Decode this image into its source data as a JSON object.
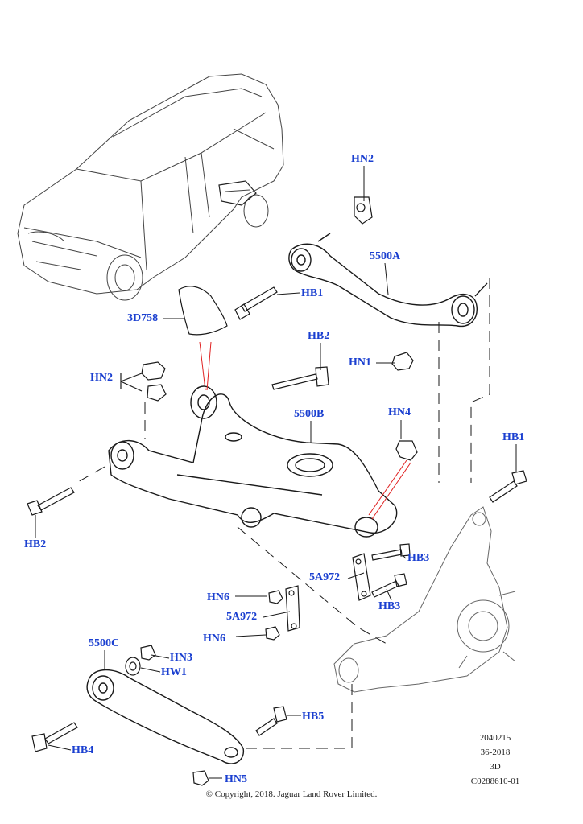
{
  "callouts": {
    "hn2_top": "HN2",
    "a5500a": "5500A",
    "hb1_top": "HB1",
    "d3758": "3D758",
    "hb2_top": "HB2",
    "hn1": "HN1",
    "hn2_left": "HN2",
    "b5500b": "5500B",
    "hn4": "HN4",
    "hb1_right": "HB1",
    "hb2_left": "HB2",
    "hb3_upper": "HB3",
    "a5a972_upper": "5A972",
    "hn6_upper": "HN6",
    "hb3_lower": "HB3",
    "a5a972_lower": "5A972",
    "hn6_lower": "HN6",
    "c5500c": "5500C",
    "hn3": "HN3",
    "hw1": "HW1",
    "hb5": "HB5",
    "hb4": "HB4",
    "hn5": "HN5"
  },
  "drawing_info": {
    "number": "2040215",
    "week_year": "36-2018",
    "view": "3D",
    "reference": "C0288610-01"
  },
  "copyright": "© Copyright, 2018. Jaguar Land Rover Limited.",
  "colors": {
    "callout": "#1a3fd0",
    "line": "#1a1a1a",
    "leader": "#e02020"
  }
}
